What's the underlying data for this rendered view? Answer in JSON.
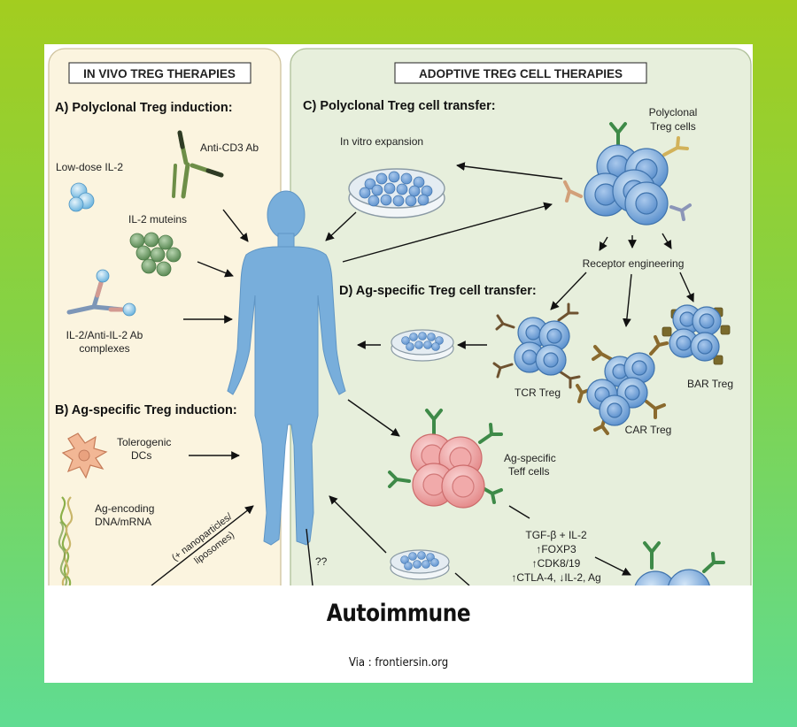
{
  "diagram": {
    "left_panel_title": "IN VIVO TREG THERAPIES",
    "right_panel_title": "ADOPTIVE TREG CELL THERAPIES",
    "section_a": "A) Polyclonal Treg induction:",
    "section_b": "B) Ag-specific Treg induction:",
    "section_c": "C) Polyclonal Treg cell transfer:",
    "section_d": "D) Ag-specific Treg cell transfer:",
    "low_dose_il2": "Low-dose IL-2",
    "anti_cd3": "Anti-CD3 Ab",
    "il2_muteins": "IL-2 muteins",
    "il2_complex_1": "IL-2/Anti-IL-2 Ab",
    "il2_complex_2": "complexes",
    "tolerogenic_1": "Tolerogenic",
    "tolerogenic_2": "DCs",
    "ag_encoding_1": "Ag-encoding",
    "ag_encoding_2": "DNA/mRNA",
    "nanoparticles_1": "(+ nanoparticles/",
    "nanoparticles_2": "liposomes)",
    "in_vitro_expansion": "In vitro expansion",
    "polyclonal_treg_1": "Polyclonal",
    "polyclonal_treg_2": "Treg cells",
    "receptor_engineering": "Receptor engineering",
    "tcr_treg": "TCR Treg",
    "car_treg": "CAR Treg",
    "bar_treg": "BAR Treg",
    "ag_teff_1": "Ag-specific",
    "ag_teff_2": "Teff cells",
    "question_marks": "??",
    "conversion_1": "TGF-β + IL-2",
    "conversion_2": "↑FOXP3",
    "conversion_3": "↑CDK8/19",
    "conversion_4": "↑CTLA-4, ↓IL-2, Ag"
  },
  "caption": {
    "title": "Autoimmune",
    "source": "Via : frontiersin.org"
  },
  "colors": {
    "left_panel": "#fbf4df",
    "right_panel": "#e7efdc",
    "body": "#78aedb",
    "cell": "#79a9dc",
    "teff_cell": "#ef9b9b",
    "receptor_green": "#3e8a48",
    "receptor_brown": "#6e5230"
  }
}
